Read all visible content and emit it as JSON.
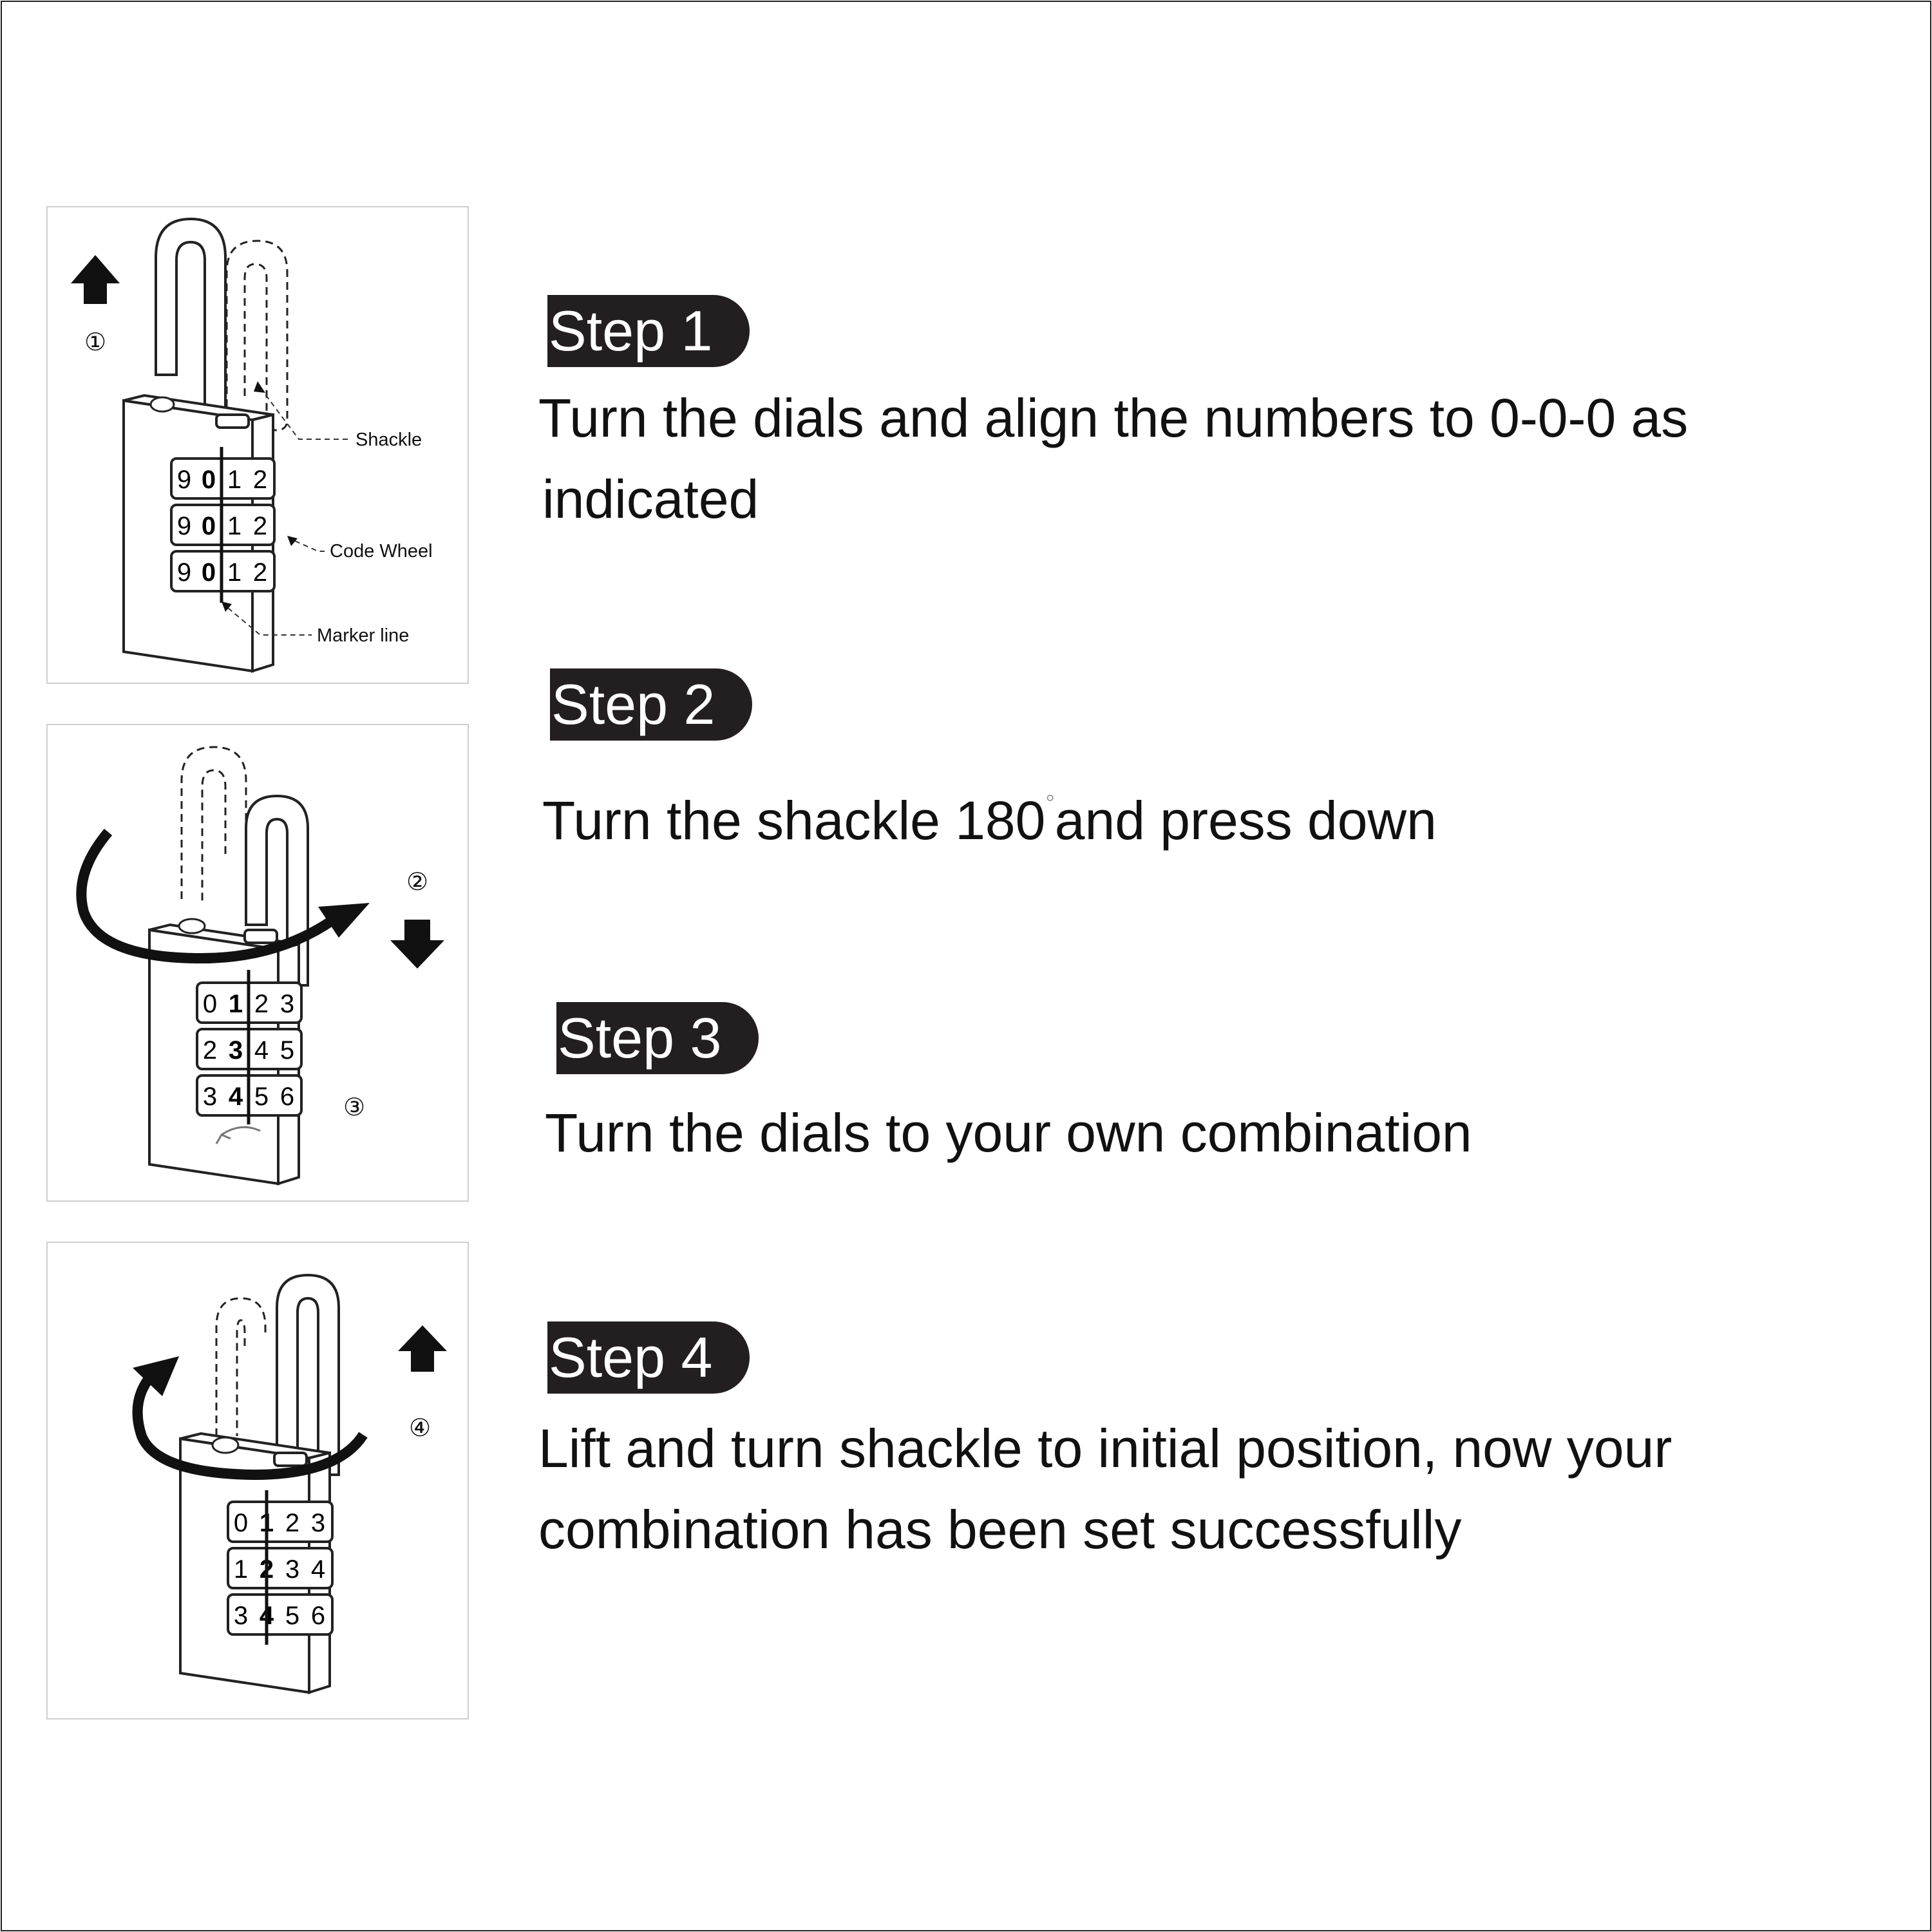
{
  "steps": [
    {
      "label": "Step 1",
      "lines": [
        "Turn the dials and align the numbers to 0-0-0 as",
        "indicated"
      ],
      "figure": {
        "marker": "①",
        "callouts": [
          "Shackle",
          "Code Wheel",
          "Marker line"
        ],
        "wheels": [
          [
            "9",
            "0",
            "1",
            "2"
          ],
          [
            "9",
            "0",
            "1",
            "2"
          ],
          [
            "9",
            "0",
            "1",
            "2"
          ]
        ]
      }
    },
    {
      "label": "Step 2",
      "lines": [
        "Turn the shackle 180",
        "and press down"
      ],
      "degree_symbol": "°",
      "figure": {
        "markers": [
          "②",
          "③"
        ],
        "wheels": [
          [
            "0",
            "1",
            "2",
            "3"
          ],
          [
            "2",
            "3",
            "4",
            "5"
          ],
          [
            "3",
            "4",
            "5",
            "6"
          ]
        ]
      }
    },
    {
      "label": "Step 3",
      "lines": [
        "Turn the dials to your own combination"
      ]
    },
    {
      "label": "Step 4",
      "lines": [
        "Lift and turn shackle to initial position, now your",
        "combination has been set successfully"
      ],
      "figure": {
        "marker": "④",
        "wheels": [
          [
            "0",
            "1",
            "2",
            "3"
          ],
          [
            "1",
            "2",
            "3",
            "4"
          ],
          [
            "3",
            "4",
            "5",
            "6"
          ]
        ]
      }
    }
  ],
  "colors": {
    "badge": "#231f20",
    "text": "#111111",
    "panel_border": "#cfcfcf"
  }
}
